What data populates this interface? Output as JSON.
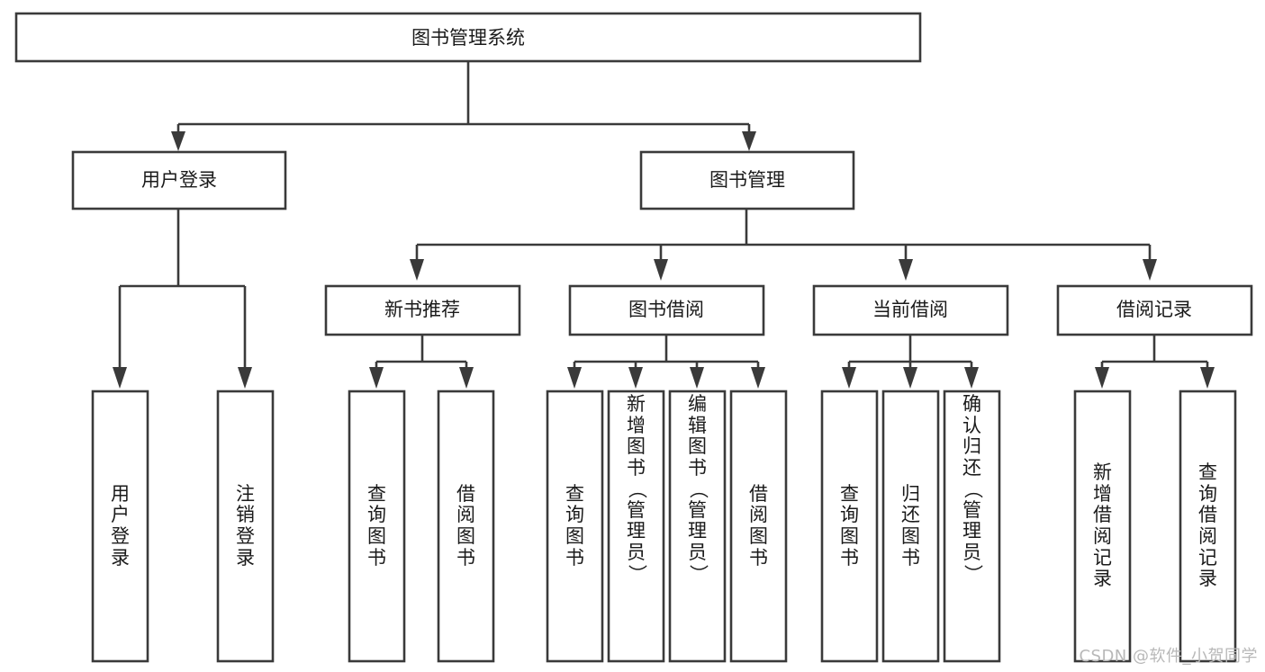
{
  "diagram": {
    "title": "图书管理系统",
    "type": "tree-hierarchy",
    "orientation": "top-down",
    "colors": {
      "box_stroke": "#3a3a3a",
      "box_fill": "#ffffff",
      "connector": "#3a3a3a",
      "text": "#1a1a1a",
      "watermark": "#b8b8b8",
      "background": "#ffffff"
    },
    "root": {
      "label": "图书管理系统",
      "orientation": "horizontal"
    },
    "level2": [
      {
        "id": "user-login",
        "label": "用户登录",
        "orientation": "horizontal"
      },
      {
        "id": "book-manage",
        "label": "图书管理",
        "orientation": "horizontal"
      }
    ],
    "level3": [
      {
        "id": "new-book-recommend",
        "label": "新书推荐",
        "parent": "book-manage",
        "orientation": "horizontal"
      },
      {
        "id": "book-borrow",
        "label": "图书借阅",
        "parent": "book-manage",
        "orientation": "horizontal"
      },
      {
        "id": "current-borrow",
        "label": "当前借阅",
        "parent": "book-manage",
        "orientation": "horizontal"
      },
      {
        "id": "borrow-record",
        "label": "借阅记录",
        "parent": "book-manage",
        "orientation": "horizontal"
      }
    ],
    "leaves": [
      {
        "id": "leaf-user-login",
        "label": "用户登录",
        "parent": "user-login",
        "orientation": "vertical"
      },
      {
        "id": "leaf-logout-login",
        "label": "注销登录",
        "parent": "user-login",
        "orientation": "vertical"
      },
      {
        "id": "leaf-query-book-1",
        "label": "查询图书",
        "parent": "new-book-recommend",
        "orientation": "vertical"
      },
      {
        "id": "leaf-borrow-book-1",
        "label": "借阅图书",
        "parent": "new-book-recommend",
        "orientation": "vertical"
      },
      {
        "id": "leaf-query-book-2",
        "label": "查询图书",
        "parent": "book-borrow",
        "orientation": "vertical"
      },
      {
        "id": "leaf-add-book",
        "label": "新增图书（管理员）",
        "parent": "book-borrow",
        "orientation": "vertical"
      },
      {
        "id": "leaf-edit-book",
        "label": "编辑图书（管理员）",
        "parent": "book-borrow",
        "orientation": "vertical"
      },
      {
        "id": "leaf-borrow-book-2",
        "label": "借阅图书",
        "parent": "book-borrow",
        "orientation": "vertical"
      },
      {
        "id": "leaf-query-book-3",
        "label": "查询图书",
        "parent": "current-borrow",
        "orientation": "vertical"
      },
      {
        "id": "leaf-return-book",
        "label": "归还图书",
        "parent": "current-borrow",
        "orientation": "vertical"
      },
      {
        "id": "leaf-confirm-return",
        "label": "确认归还（管理员）",
        "parent": "current-borrow",
        "orientation": "vertical"
      },
      {
        "id": "leaf-add-record",
        "label": "新增借阅记录",
        "parent": "borrow-record",
        "orientation": "vertical"
      },
      {
        "id": "leaf-query-record",
        "label": "查询借阅记录",
        "parent": "borrow-record",
        "orientation": "vertical"
      }
    ],
    "watermark": "CSDN @软件_小贺同学"
  }
}
